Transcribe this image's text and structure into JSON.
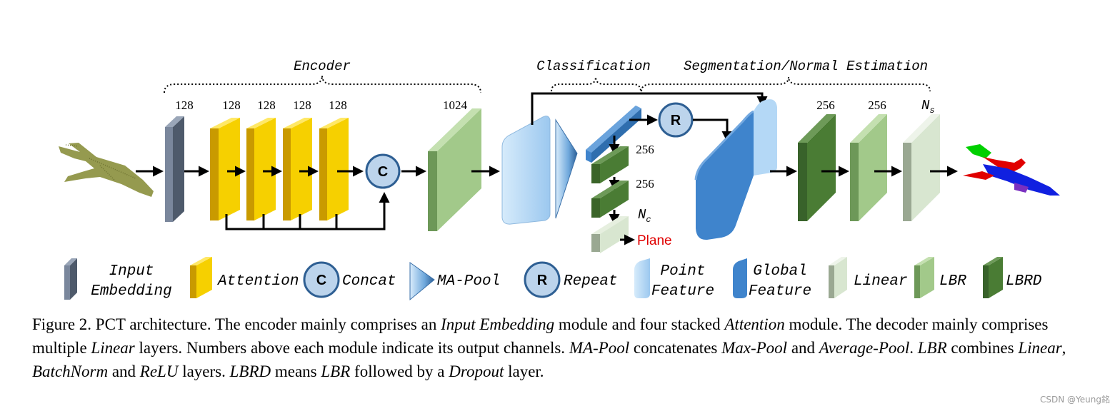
{
  "diagram": {
    "section_labels": {
      "encoder": "Encoder",
      "classification": "Classification",
      "segmentation": "Segmentation/Normal Estimation"
    },
    "channel_labels": {
      "input_embedding": "128",
      "attention_1": "128",
      "attention_2": "128",
      "attention_3": "128",
      "attention_4": "128",
      "encoder_out": "1024",
      "cls_lbrd_1": "256",
      "cls_lbrd_2": "256",
      "cls_linear": "N",
      "cls_linear_sub": "c",
      "seg_lbrd": "256",
      "seg_lbr": "256",
      "seg_linear": "N",
      "seg_linear_sub": "s"
    },
    "concat_symbol": "C",
    "repeat_symbol": "R",
    "output_class_label": "Plane",
    "colors": {
      "input_embedding": "#7a879c",
      "attention": "#f6d000",
      "concat_circle": "#bcd4ec",
      "lbr": "#a2c98a",
      "lbrd": "#4a7c34",
      "linear": "#d8e6d0",
      "point_feature": "#b4d8f6",
      "global_feature": "#3f84cc",
      "output_label": "#e00000",
      "point_cloud_input": "#8a8f3c"
    }
  },
  "legend": {
    "input_embedding": [
      "Input",
      "Embedding"
    ],
    "attention": "Attention",
    "concat": "Concat",
    "ma_pool": "MA-Pool",
    "repeat": "Repeat",
    "point_feature": [
      "Point",
      "Feature"
    ],
    "global_feature": [
      "Global",
      "Feature"
    ],
    "linear": "Linear",
    "lbr": "LBR",
    "lbrd": "LBRD"
  },
  "caption": {
    "t1": "Figure 2.  PCT architecture.  The encoder mainly comprises an ",
    "i1": "Input Embedding",
    "t2": " module and four stacked ",
    "i2": "Attention",
    "t3": " module. The decoder mainly comprises multiple ",
    "i3": "Linear",
    "t4": " layers. Numbers above each module indicate its output channels. ",
    "i4": "MA-Pool",
    "t5": " concatenates ",
    "i5": "Max-Pool",
    "t6": " and ",
    "i6": "Average-Pool",
    "t7": ". ",
    "i7": "LBR",
    "t8": " combines ",
    "i8": "Linear",
    "t9": ", ",
    "i9": "BatchNorm",
    "t10": " and ",
    "i10": "ReLU",
    "t11": " layers. ",
    "i11": "LBRD",
    "t12": " means ",
    "i12": "LBR",
    "t13": " followed by a ",
    "i13": "Dropout",
    "t14": " layer."
  },
  "watermark": "CSDN @Yeung銘"
}
